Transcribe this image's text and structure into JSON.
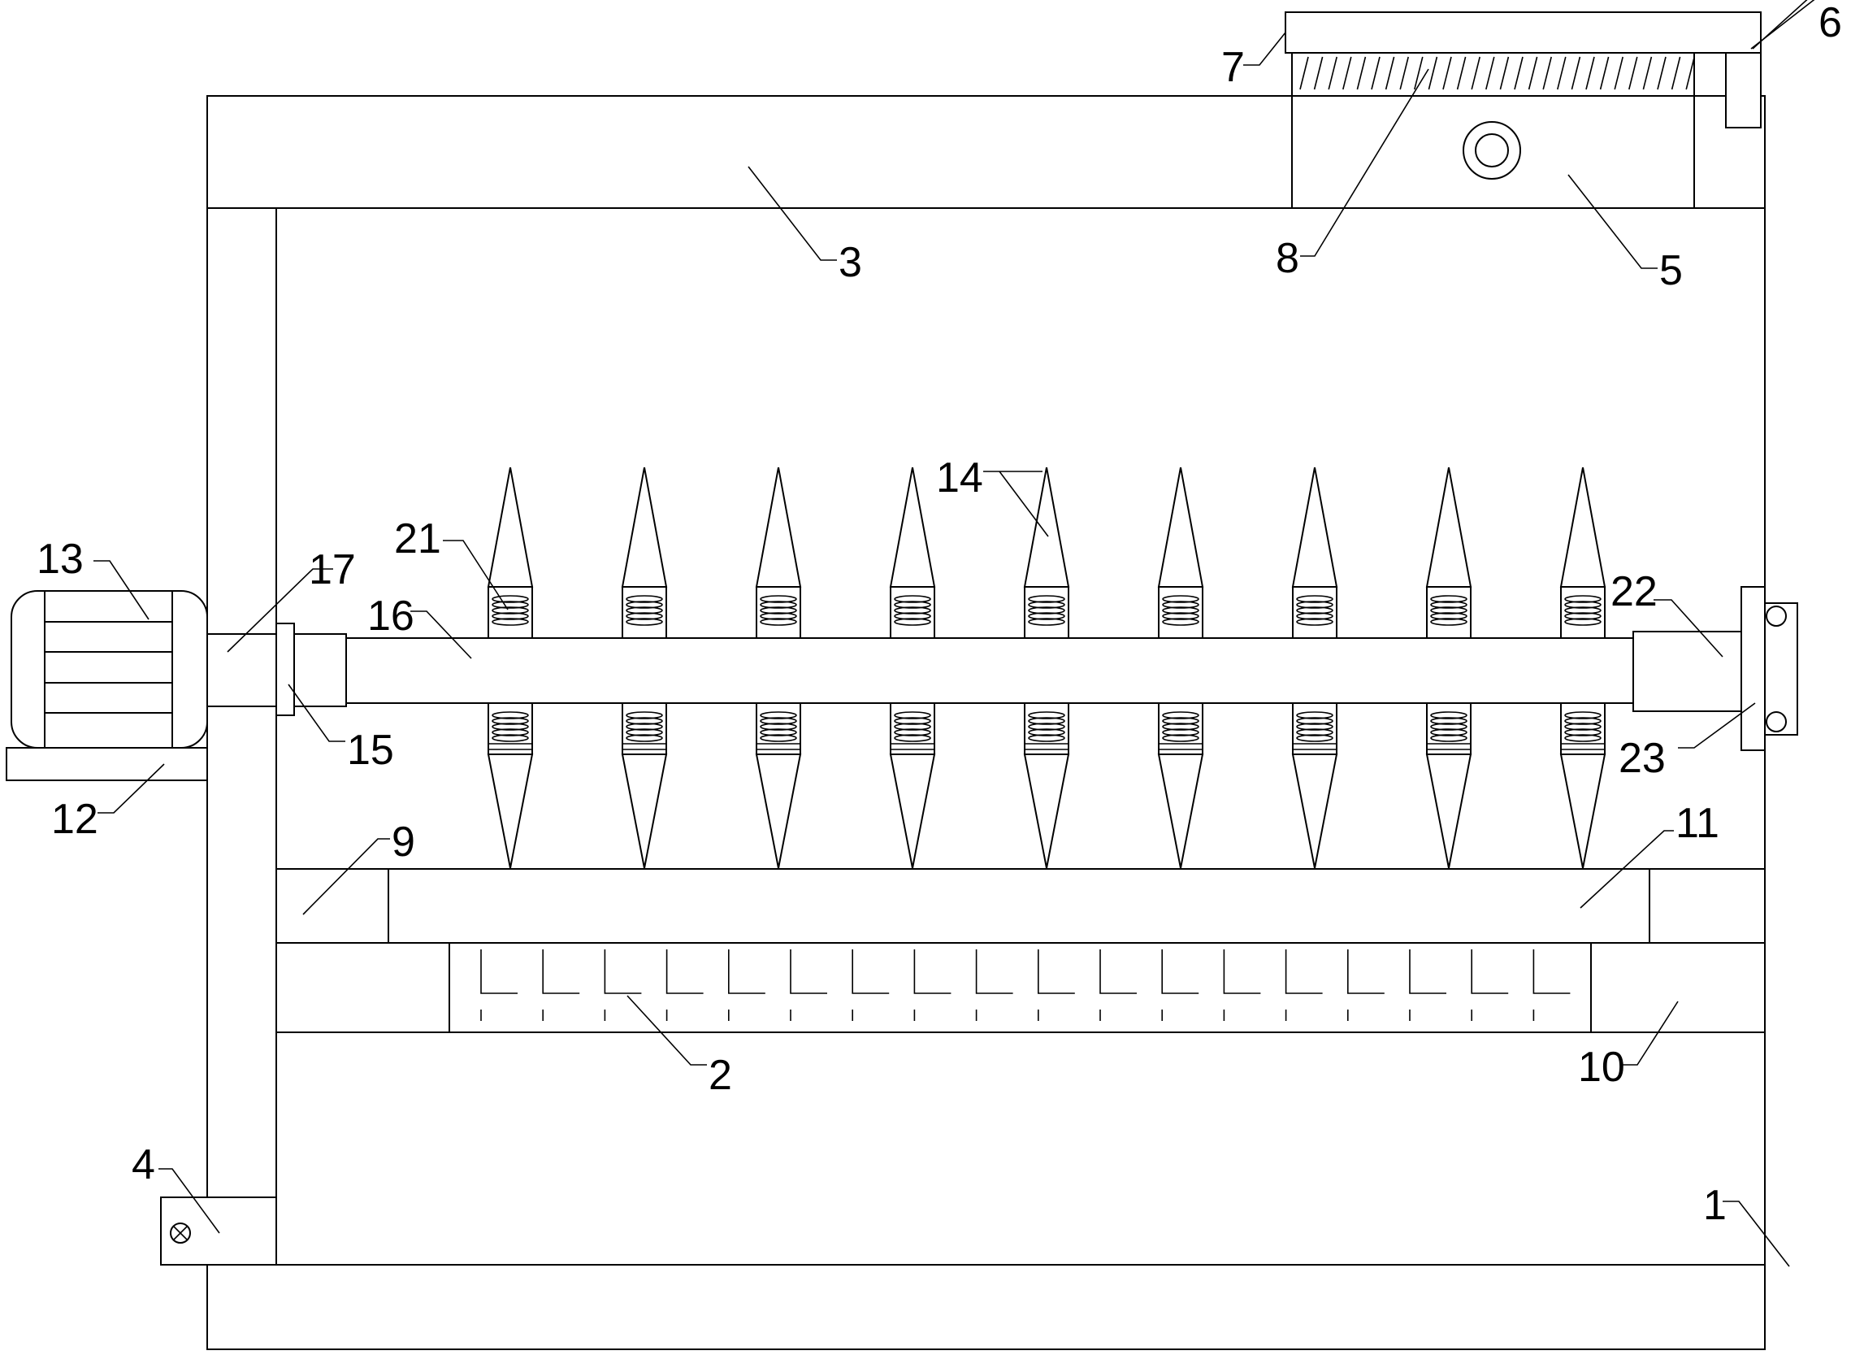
{
  "figure": {
    "labels": [
      {
        "id": "label-1",
        "text": "1"
      },
      {
        "id": "label-2",
        "text": "2"
      },
      {
        "id": "label-3",
        "text": "3"
      },
      {
        "id": "label-4",
        "text": "4"
      },
      {
        "id": "label-5",
        "text": "5"
      },
      {
        "id": "label-6",
        "text": "6"
      },
      {
        "id": "label-7",
        "text": "7"
      },
      {
        "id": "label-8",
        "text": "8"
      },
      {
        "id": "label-9",
        "text": "9"
      },
      {
        "id": "label-10",
        "text": "10"
      },
      {
        "id": "label-11",
        "text": "11"
      },
      {
        "id": "label-12",
        "text": "12"
      },
      {
        "id": "label-13",
        "text": "13"
      },
      {
        "id": "label-14",
        "text": "14"
      },
      {
        "id": "label-15",
        "text": "15"
      },
      {
        "id": "label-16",
        "text": "16"
      },
      {
        "id": "label-17",
        "text": "17"
      },
      {
        "id": "label-21",
        "text": "21"
      },
      {
        "id": "label-22",
        "text": "22"
      },
      {
        "id": "label-23",
        "text": "23"
      }
    ]
  }
}
